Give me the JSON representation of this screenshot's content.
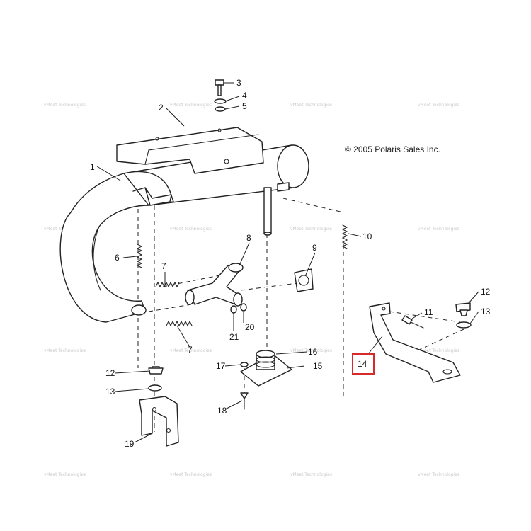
{
  "copyright": "© 2005 Polaris Sales Inc.",
  "watermark": "vMeet Technologies",
  "highlight_color": "#d62b2b",
  "highlighted_callout": "14",
  "callouts": [
    {
      "id": "c1",
      "label": "1"
    },
    {
      "id": "c2",
      "label": "2"
    },
    {
      "id": "c3",
      "label": "3"
    },
    {
      "id": "c4",
      "label": "4"
    },
    {
      "id": "c5",
      "label": "5"
    },
    {
      "id": "c6",
      "label": "6"
    },
    {
      "id": "c7a",
      "label": "7"
    },
    {
      "id": "c7b",
      "label": "7"
    },
    {
      "id": "c8",
      "label": "8"
    },
    {
      "id": "c9",
      "label": "9"
    },
    {
      "id": "c10",
      "label": "10"
    },
    {
      "id": "c11",
      "label": "11"
    },
    {
      "id": "c12a",
      "label": "12"
    },
    {
      "id": "c12b",
      "label": "12"
    },
    {
      "id": "c13a",
      "label": "13"
    },
    {
      "id": "c13b",
      "label": "13"
    },
    {
      "id": "c14",
      "label": "14"
    },
    {
      "id": "c15",
      "label": "15"
    },
    {
      "id": "c16",
      "label": "16"
    },
    {
      "id": "c17",
      "label": "17"
    },
    {
      "id": "c18",
      "label": "18"
    },
    {
      "id": "c19",
      "label": "19"
    },
    {
      "id": "c20",
      "label": "20"
    },
    {
      "id": "c21",
      "label": "21"
    }
  ]
}
